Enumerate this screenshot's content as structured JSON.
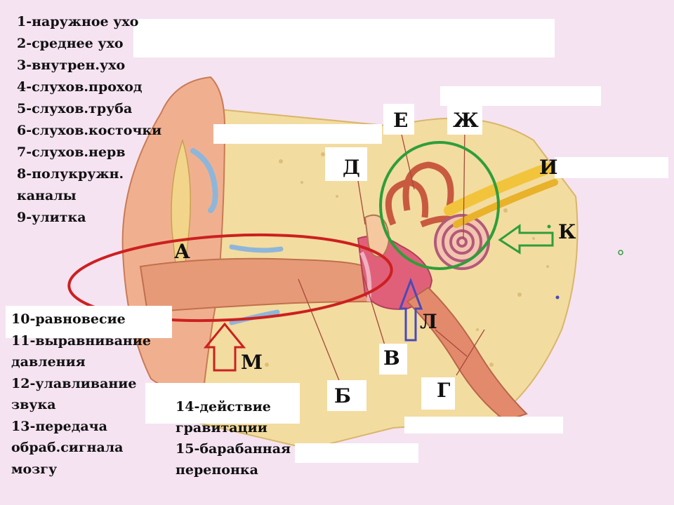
{
  "legend_structures": [
    "1-наружное ухо",
    "2-среднее ухо",
    "3-внутрен.ухо",
    "4-слухов.проход",
    "5-слухов.труба",
    "6-слухов.косточки",
    "7-слухов.нерв",
    "8-полукружн.",
    "каналы",
    "9-улитка"
  ],
  "legend_functions": [
    "10-равновесие",
    "11-выравнивание",
    "давления",
    "12-улавливание",
    "звука",
    "13-передача",
    "обраб.сигнала",
    "мозгу"
  ],
  "legend_extra": [
    "14-действие",
    "гравитации",
    "15-барабанная",
    "перепонка"
  ],
  "letters": {
    "a": "А",
    "b": "Б",
    "v": "В",
    "g": "Г",
    "d": "Д",
    "e": "Е",
    "zh": "Ж",
    "i": "И",
    "k": "К",
    "l": "Л",
    "m": "М"
  },
  "colors": {
    "background": "#f5e3f2",
    "highlight_outer_ear": "#cc2020",
    "highlight_inner_ear": "#2e9e3a",
    "arrow_green": "#2e9e3a",
    "arrow_blue": "#4a4ab8",
    "arrow_red": "#cc2020"
  }
}
